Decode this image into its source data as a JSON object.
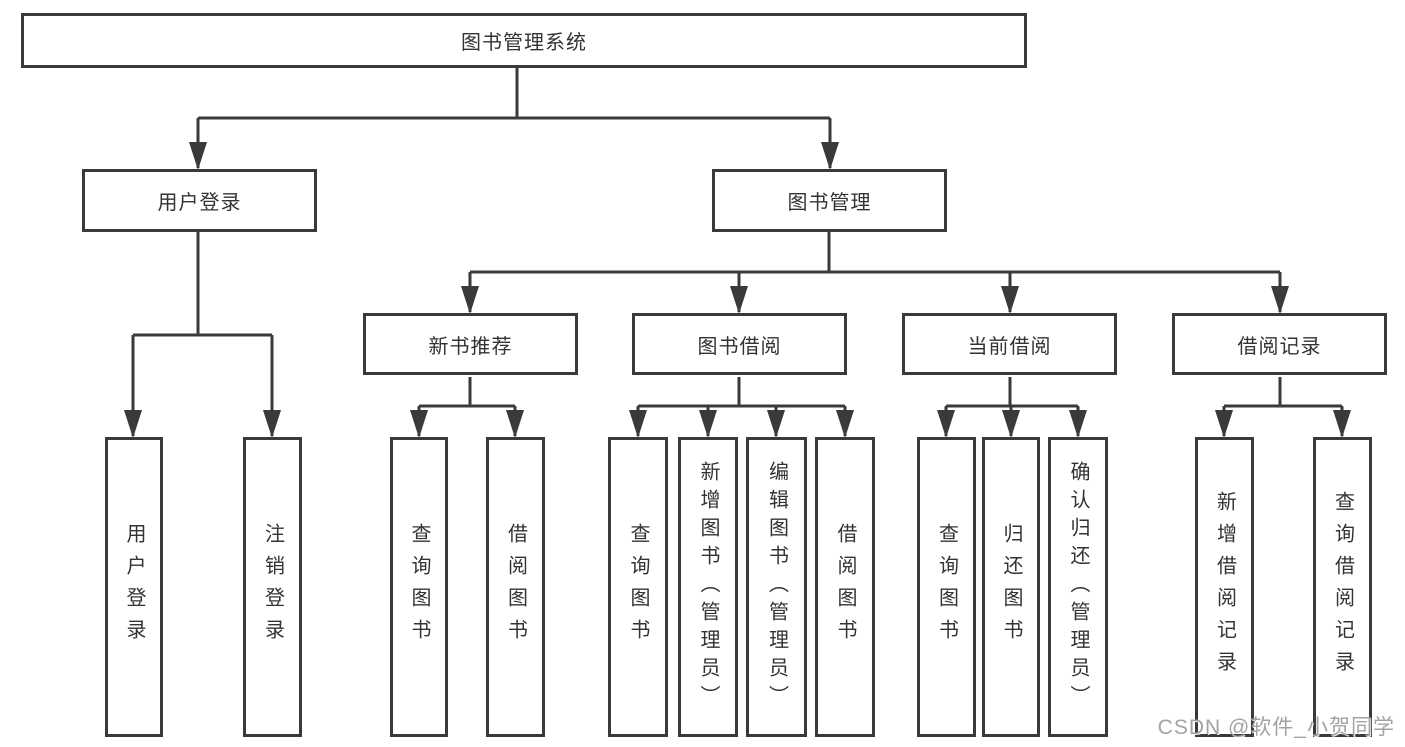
{
  "tree": {
    "root": {
      "label": "图书管理系统",
      "children": [
        {
          "label": "用户登录",
          "children": [
            {
              "label": "用户登录"
            },
            {
              "label": "注销登录"
            }
          ]
        },
        {
          "label": "图书管理",
          "children": [
            {
              "label": "新书推荐",
              "children": [
                {
                  "label": "查询图书"
                },
                {
                  "label": "借阅图书"
                }
              ]
            },
            {
              "label": "图书借阅",
              "children": [
                {
                  "label": "查询图书"
                },
                {
                  "label": "新增图书（管理员）"
                },
                {
                  "label": "编辑图书（管理员）"
                },
                {
                  "label": "借阅图书"
                }
              ]
            },
            {
              "label": "当前借阅",
              "children": [
                {
                  "label": "查询图书"
                },
                {
                  "label": "归还图书"
                },
                {
                  "label": "确认归还（管理员）"
                }
              ]
            },
            {
              "label": "借阅记录",
              "children": [
                {
                  "label": "新增借阅记录"
                },
                {
                  "label": "查询借阅记录"
                }
              ]
            }
          ]
        }
      ]
    }
  },
  "watermark": {
    "text": "CSDN @软件_小贺同学"
  },
  "colors": {
    "line": "#3a3a3a",
    "box_border": "#3a3a3a",
    "text": "#333333",
    "watermark": "#a3a3a3",
    "background": "#ffffff"
  }
}
